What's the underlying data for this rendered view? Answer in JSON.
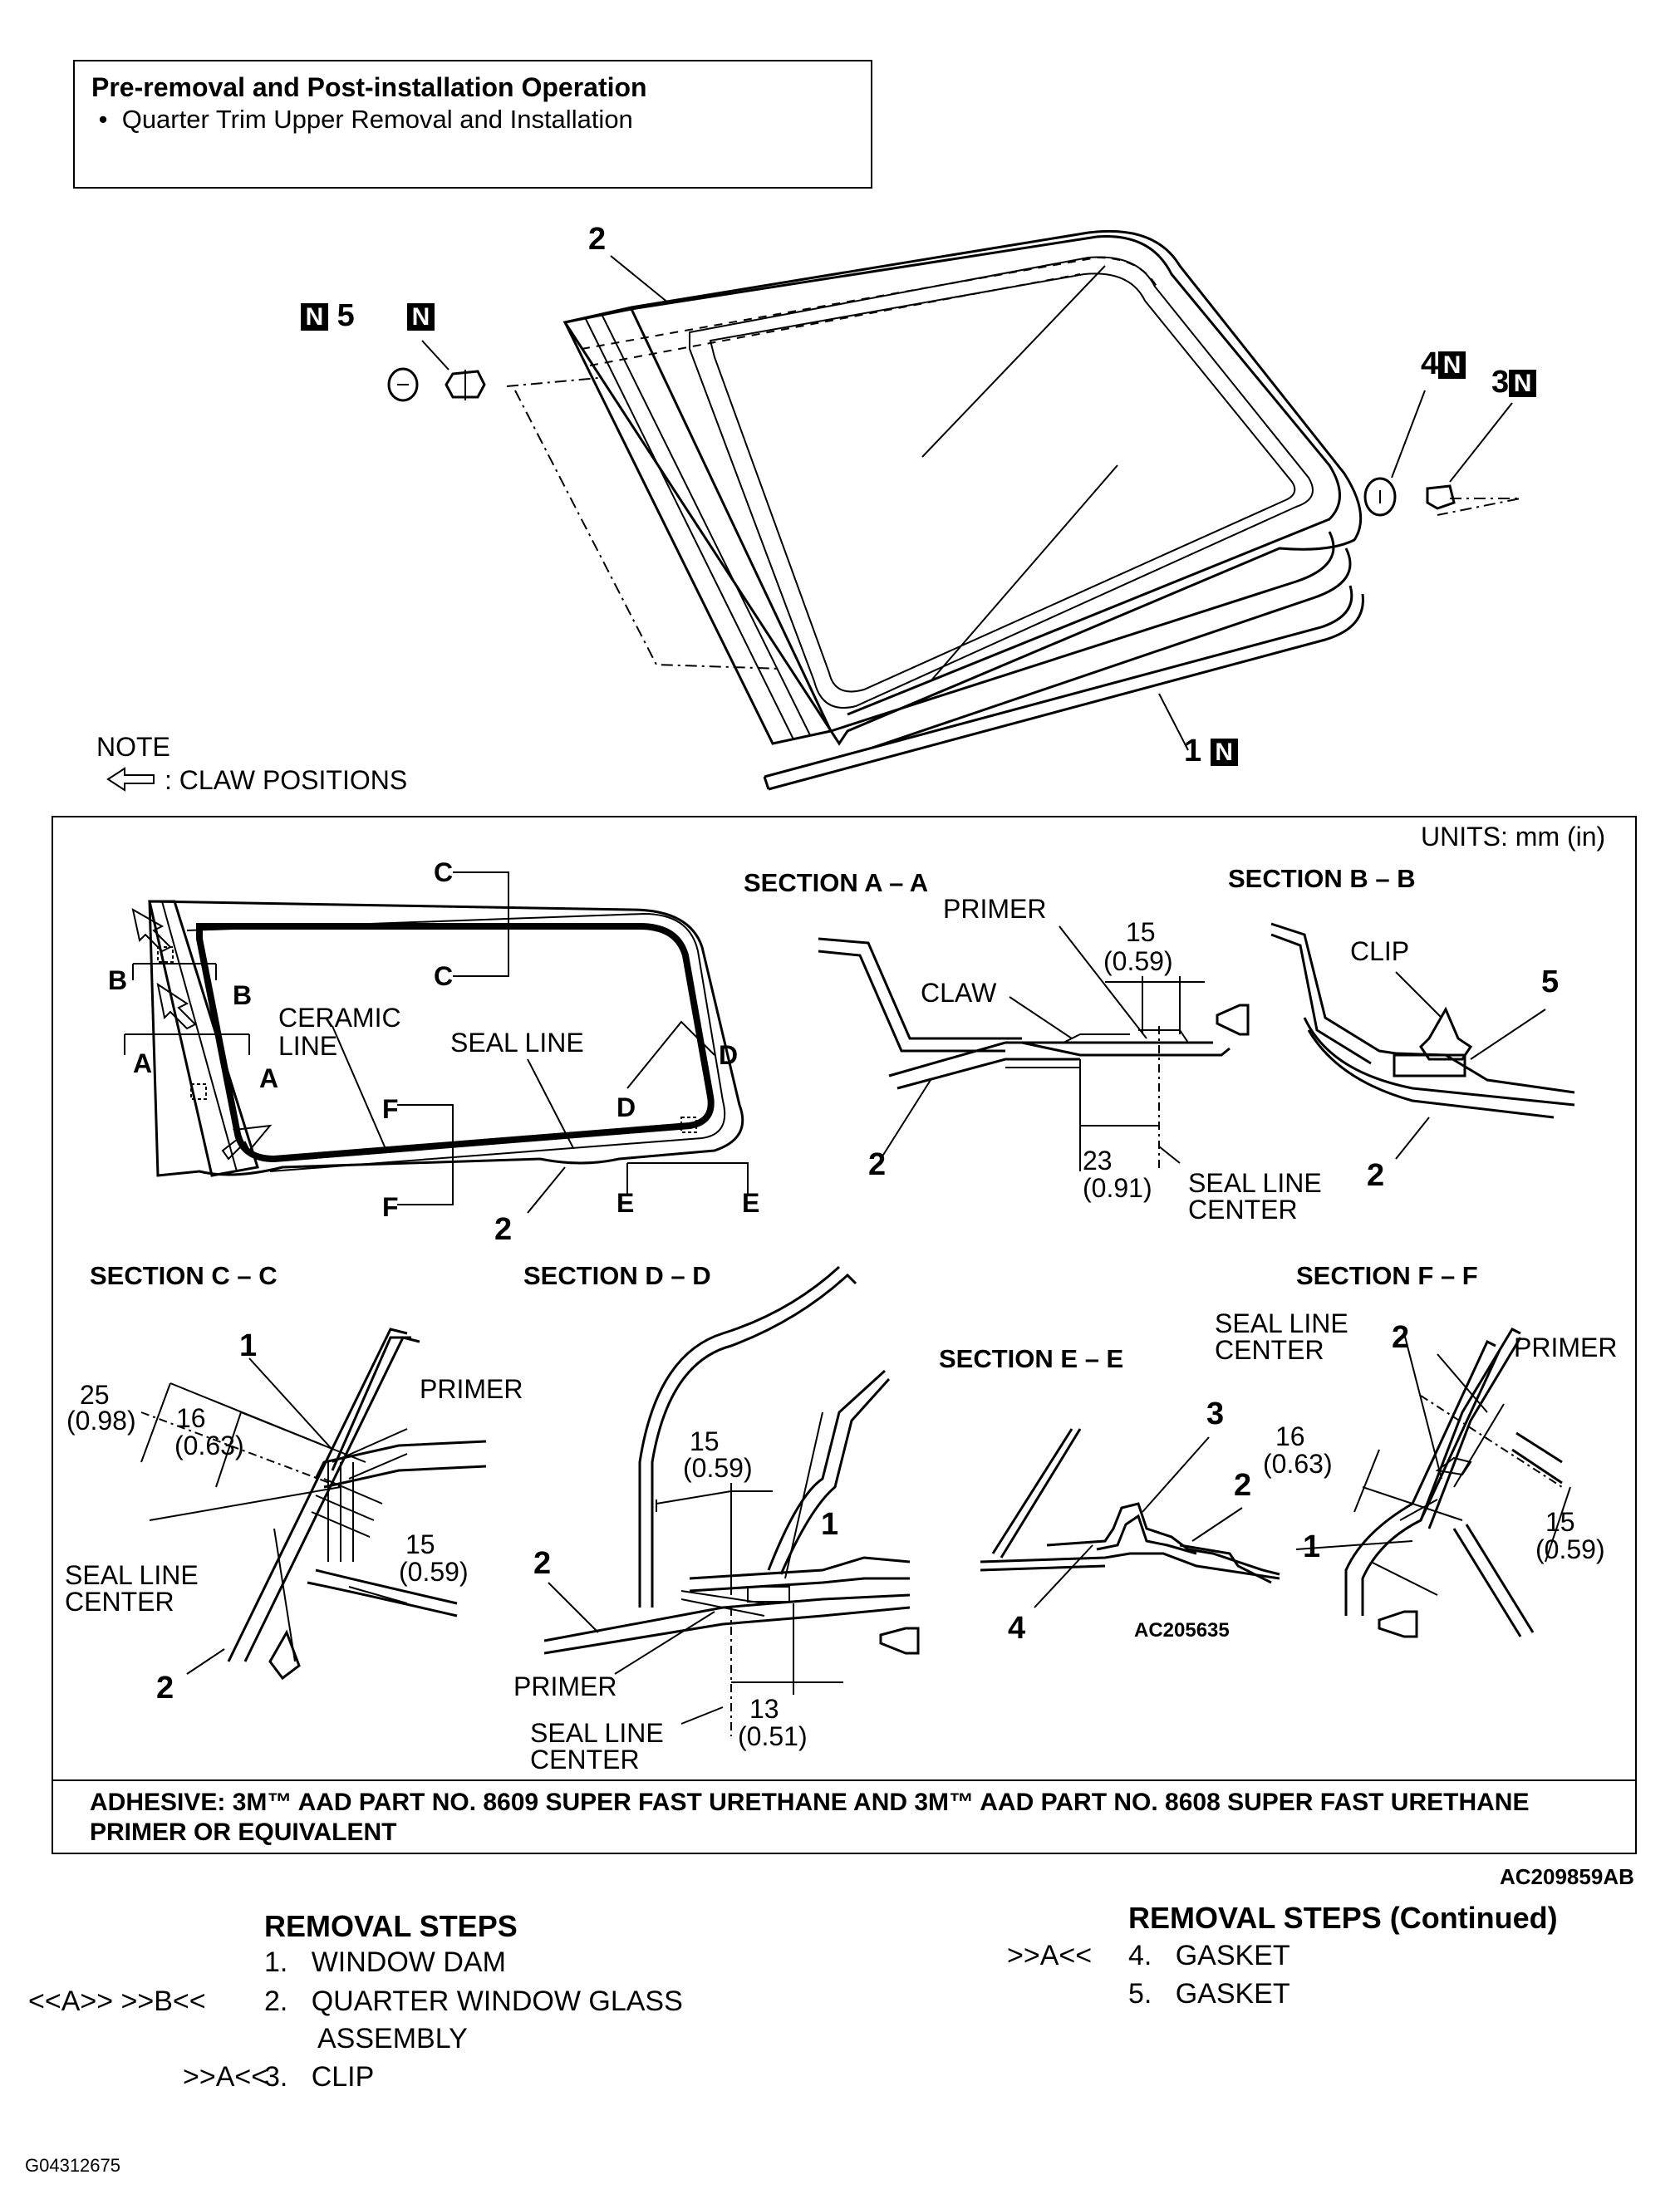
{
  "pre_box": {
    "title": "Pre-removal and Post-installation Operation",
    "item": "Quarter Trim Upper Removal and Installation"
  },
  "top_callouts": {
    "c2": "2",
    "c5": "5",
    "n_box": "N",
    "c4": "4",
    "c3": "3",
    "c1": "1"
  },
  "note": {
    "title": "NOTE",
    "claw": ": CLAW POSITIONS"
  },
  "units": "UNITS: mm (in)",
  "overview": {
    "ceramic": "CERAMIC",
    "ceramic2": "LINE",
    "seal": "SEAL LINE",
    "part": "2",
    "A": "A",
    "B": "B",
    "C": "C",
    "D": "D",
    "E": "E",
    "F": "F"
  },
  "section_a": {
    "title": "SECTION A – A",
    "primer": "PRIMER",
    "claw": "CLAW",
    "d15": "15",
    "d15in": "(0.59)",
    "d23": "23",
    "d23in": "(0.91)",
    "seal1": "SEAL LINE",
    "seal2": "CENTER",
    "part": "2"
  },
  "section_b": {
    "title": "SECTION B – B",
    "clip": "CLIP",
    "p5": "5",
    "p2": "2"
  },
  "section_c": {
    "title": "SECTION C – C",
    "p1": "1",
    "p2": "2",
    "d25": "25",
    "d25in": "(0.98)",
    "d16": "16",
    "d16in": "(0.63)",
    "primer": "PRIMER",
    "d15": "15",
    "d15in": "(0.59)",
    "seal1": "SEAL LINE",
    "seal2": "CENTER"
  },
  "section_d": {
    "title": "SECTION D – D",
    "d15": "15",
    "d15in": "(0.59)",
    "p1": "1",
    "p2": "2",
    "primer": "PRIMER",
    "seal1": "SEAL LINE",
    "seal2": "CENTER",
    "d13": "13",
    "d13in": "(0.51)"
  },
  "section_e": {
    "title": "SECTION E – E",
    "p3": "3",
    "p2": "2",
    "p4": "4",
    "code": "AC205635"
  },
  "section_f": {
    "title": "SECTION F – F",
    "seal1": "SEAL LINE",
    "seal2": "CENTER",
    "p2": "2",
    "primer": "PRIMER",
    "d16": "16",
    "d16in": "(0.63)",
    "p1": "1",
    "d15": "15",
    "d15in": "(0.59)"
  },
  "adhesive": "ADHESIVE: 3M™ AAD PART NO. 8609 SUPER FAST URETHANE AND 3M™ AAD PART NO. 8608 SUPER FAST URETHANE PRIMER OR EQUIVALENT",
  "figure_code": "AC209859AB",
  "removal": {
    "heading": "REMOVAL STEPS",
    "s1": {
      "num": "1.",
      "label": "WINDOW DAM"
    },
    "s2": {
      "pre": "<<A>>  >>B<<",
      "num": "2.",
      "label": "QUARTER WINDOW GLASS",
      "label2": "ASSEMBLY"
    },
    "s3": {
      "pre": ">>A<<",
      "num": "3.",
      "label": "CLIP"
    }
  },
  "removal_cont": {
    "heading": "REMOVAL STEPS (Continued)",
    "s4": {
      "pre": ">>A<<",
      "num": "4.",
      "label": "GASKET"
    },
    "s5": {
      "num": "5.",
      "label": "GASKET"
    }
  },
  "doc_code": "G04312675"
}
